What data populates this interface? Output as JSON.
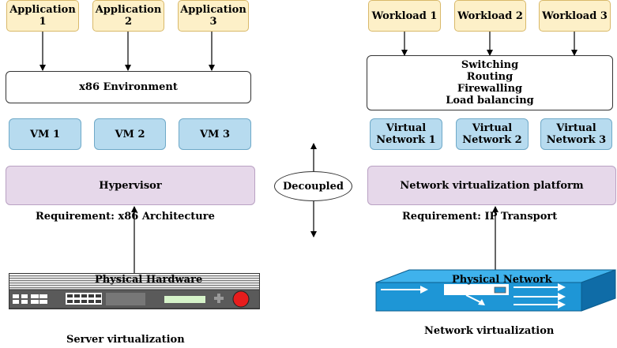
{
  "server": {
    "apps": [
      "Application 1",
      "Application 2",
      "Application 3"
    ],
    "environment": "x86 Environment",
    "vms": [
      "VM 1",
      "VM 2",
      "VM 3"
    ],
    "hypervisor": "Hypervisor",
    "requirement": "Requirement:  x86 Architecture",
    "hardware": "Physical Hardware",
    "caption": "Server virtualization"
  },
  "center": {
    "label": "Decoupled"
  },
  "network": {
    "workloads": [
      "Workload 1",
      "Workload 2",
      "Workload 3"
    ],
    "services": [
      "Switching",
      "Routing",
      "Firewalling",
      "Load balancing"
    ],
    "virtual_networks": [
      [
        "Virtual",
        "Network 1"
      ],
      [
        "Virtual",
        "Network 2"
      ],
      [
        "Virtual",
        "Network 3"
      ]
    ],
    "platform": "Network virtualization platform",
    "requirement": "Requirement: IP Transport",
    "hardware": "Physical Network",
    "caption": "Network virtualization"
  },
  "colors": {
    "app_fill": "#fdf0c8",
    "vm_fill": "#b7dbef",
    "hypervisor_fill": "#e6d8ea",
    "switch_fill": "#1e96d6",
    "power_button": "#e81d1d"
  }
}
